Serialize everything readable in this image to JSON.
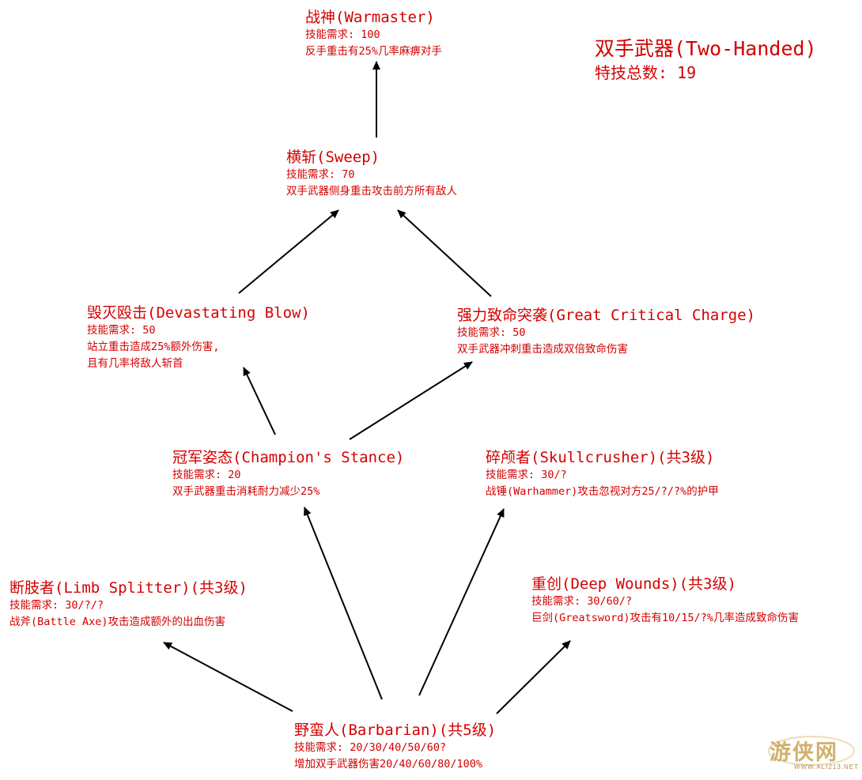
{
  "header": {
    "title": "双手武器(Two-Handed)",
    "perk_count": "特技总数: 19"
  },
  "nodes": {
    "warmaster": {
      "title": "战神(Warmaster)",
      "lines": [
        "技能需求: 100",
        "反手重击有25%几率麻痹对手"
      ]
    },
    "sweep": {
      "title": "横斩(Sweep)",
      "lines": [
        "技能需求: 70",
        "双手武器侧身重击攻击前方所有敌人"
      ]
    },
    "devastating": {
      "title": "毁灭殴击(Devastating Blow)",
      "lines": [
        "技能需求: 50",
        "站立重击造成25%额外伤害,",
        "且有几率将敌人斩首"
      ]
    },
    "great_critical": {
      "title": "强力致命突袭(Great Critical Charge)",
      "lines": [
        "技能需求: 50",
        "双手武器冲刺重击造成双倍致命伤害"
      ]
    },
    "champion": {
      "title": "冠军姿态(Champion's Stance)",
      "lines": [
        "技能需求: 20",
        "双手武器重击消耗耐力减少25%"
      ]
    },
    "skullcrusher": {
      "title": "碎颅者(Skullcrusher)(共3级)",
      "lines": [
        "技能需求: 30/?",
        "战锤(Warhammer)攻击忽视对方25/?/?%的护甲"
      ]
    },
    "limb_splitter": {
      "title": "断肢者(Limb Splitter)(共3级)",
      "lines": [
        "技能需求: 30/?/?",
        "战斧(Battle Axe)攻击造成额外的出血伤害"
      ]
    },
    "deep_wounds": {
      "title": "重创(Deep Wounds)(共3级)",
      "lines": [
        "技能需求: 30/60/?",
        "巨剑(Greatsword)攻击有10/15/?%几率造成致命伤害"
      ]
    },
    "barbarian": {
      "title": "野蛮人(Barbarian)(共5级)",
      "lines": [
        "技能需求: 20/30/40/50/60?",
        "增加双手武器伤害20/40/60/80/100%"
      ]
    }
  },
  "edges": [
    {
      "from": "barbarian",
      "to": "limb_splitter"
    },
    {
      "from": "barbarian",
      "to": "champion"
    },
    {
      "from": "barbarian",
      "to": "skullcrusher"
    },
    {
      "from": "barbarian",
      "to": "deep_wounds"
    },
    {
      "from": "champion",
      "to": "devastating"
    },
    {
      "from": "champion",
      "to": "great_critical"
    },
    {
      "from": "devastating",
      "to": "sweep"
    },
    {
      "from": "great_critical",
      "to": "sweep"
    },
    {
      "from": "sweep",
      "to": "warmaster"
    }
  ],
  "watermark": {
    "text": "游侠网",
    "url": "WWW.ALI213.NET"
  },
  "colors": {
    "text": "#d40000",
    "arrow": "#000000",
    "background": "#ffffff"
  }
}
